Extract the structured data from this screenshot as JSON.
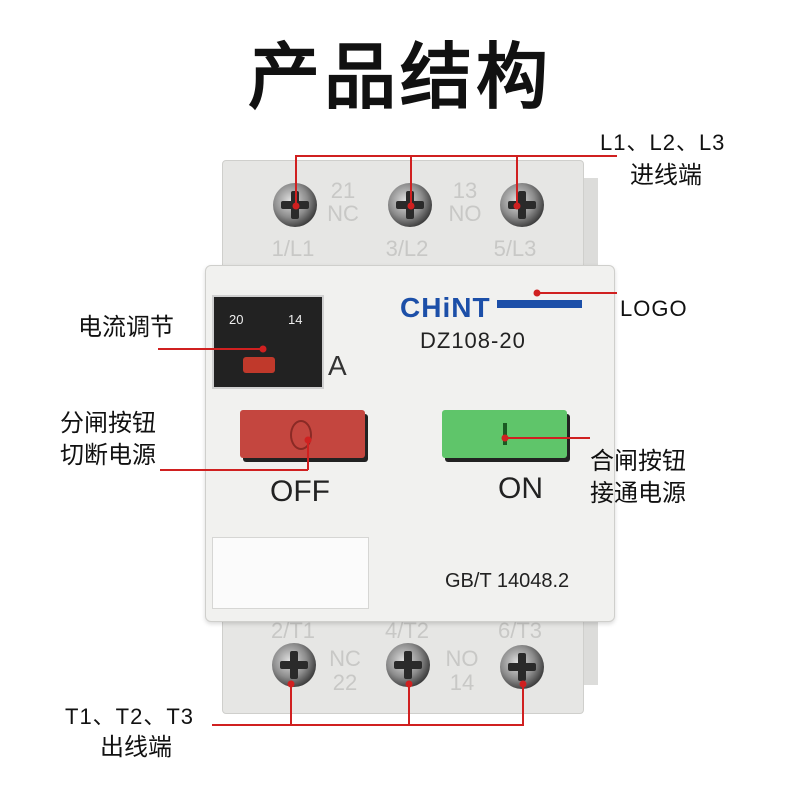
{
  "title": "产品结构",
  "device": {
    "brand": "CHiNT",
    "model": "DZ108-20",
    "dial_min": "20",
    "dial_max": "14",
    "dial_unit": "A",
    "off_label": "OFF",
    "on_label": "ON",
    "standard": "GB/T 14048.2",
    "top_terminals": [
      {
        "top": "21",
        "mid": "NC",
        "bot": "1/L1"
      },
      {
        "top": "",
        "mid": "",
        "bot": "3/L2"
      },
      {
        "top": "13",
        "mid": "NO",
        "bot": "5/L3"
      }
    ],
    "bottom_terminals": [
      {
        "top": "2/T1",
        "mid": "",
        "bot": ""
      },
      {
        "top": "4/T2",
        "mid": "NC",
        "bot": "22"
      },
      {
        "top": "6/T3",
        "mid": "NO",
        "bot": "14"
      }
    ]
  },
  "annotations": {
    "input_terminals_title": "L1、L2、L3",
    "input_terminals_desc": "进线端",
    "logo": "LOGO",
    "current_adjust": "电流调节",
    "off_button_line1": "分闸按钮",
    "off_button_line2": "切断电源",
    "on_button_line1": "合闸按钮",
    "on_button_line2": "接通电源",
    "output_terminals_title": "T1、T2、T3",
    "output_terminals_desc": "出线端"
  },
  "colors": {
    "leader": "#d02020",
    "brand": "#1c4fa8",
    "off_button": "#c4463f",
    "on_button": "#5fc56a"
  }
}
